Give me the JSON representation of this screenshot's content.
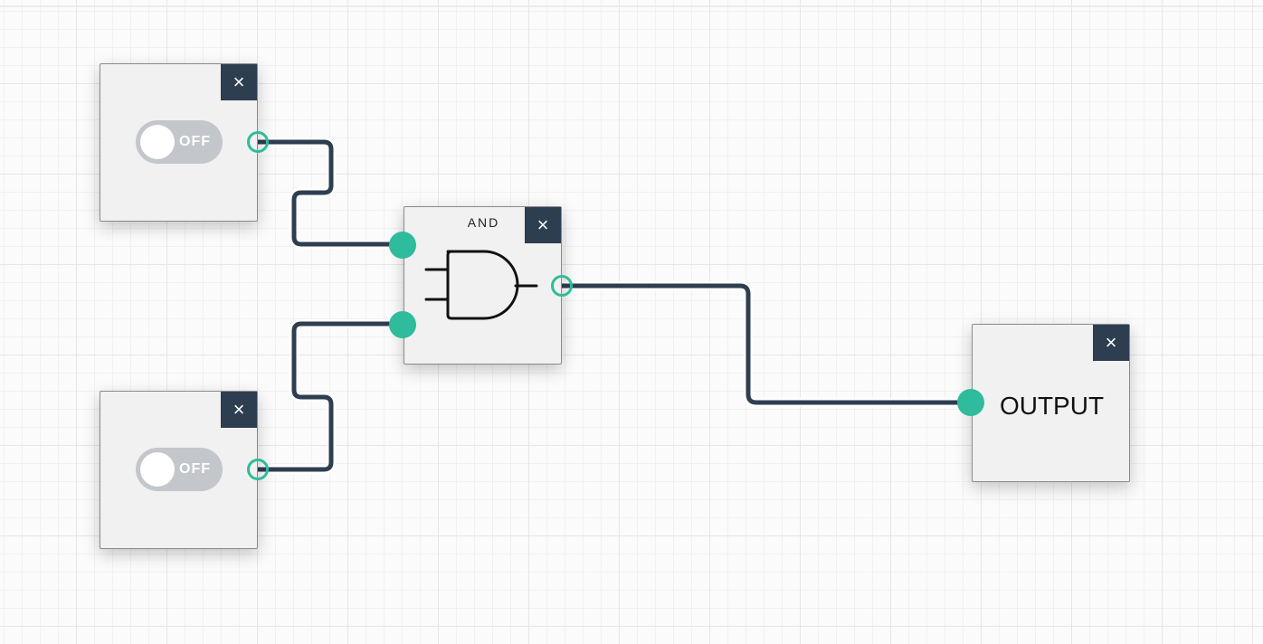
{
  "canvas": {
    "grid": true
  },
  "switches": [
    {
      "id": "switch-1",
      "state_label": "OFF",
      "close_icon": "×"
    },
    {
      "id": "switch-2",
      "state_label": "OFF",
      "close_icon": "×"
    }
  ],
  "and_gate": {
    "title": "AND",
    "close_icon": "×",
    "icon": "and-gate-symbol-icon"
  },
  "output": {
    "label": "OUTPUT",
    "close_icon": "×"
  },
  "colors": {
    "wire": "#2d3e50",
    "port": "#2ebc9c",
    "close_button": "#2d3e50",
    "toggle_off": "#c3c6cb",
    "node_bg": "#f1f1f1"
  }
}
